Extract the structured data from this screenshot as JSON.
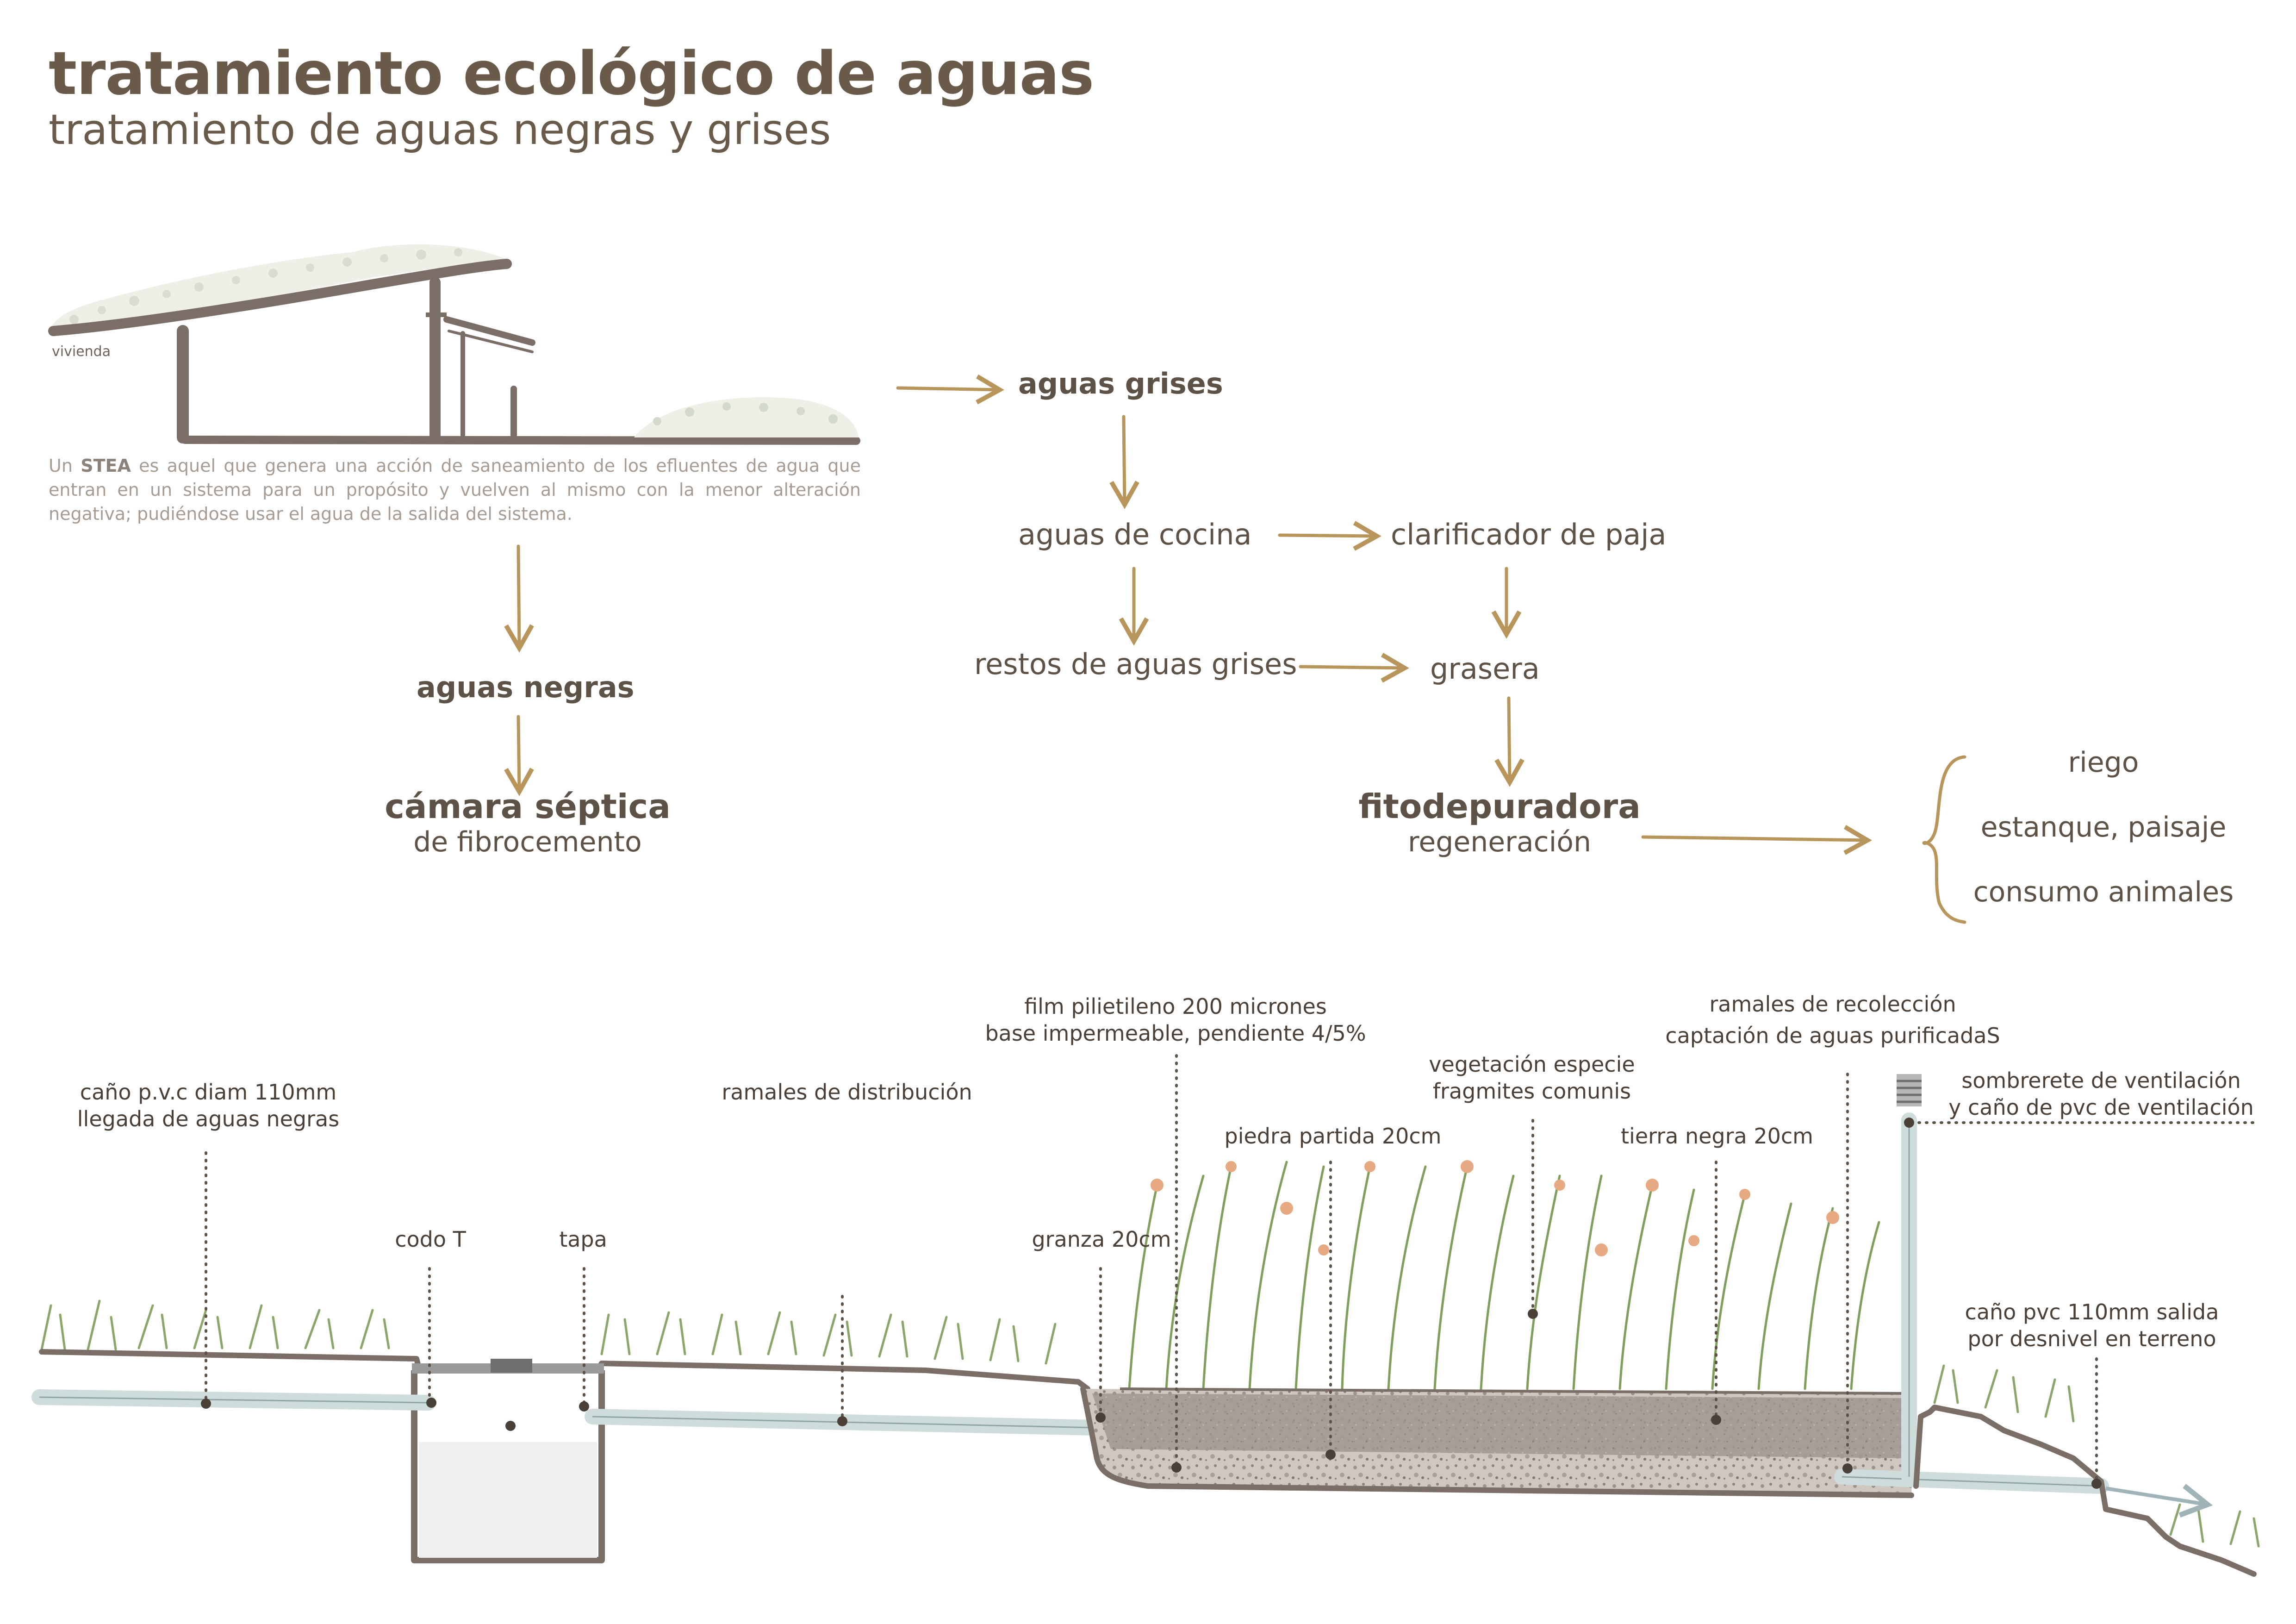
{
  "title": "tratamiento ecológico de aguas",
  "subtitle": "tratamiento de aguas negras y grises",
  "house": {
    "label": "vivienda"
  },
  "description": {
    "prefix": "Un ",
    "term": "STEA",
    "text": " es aquel que genera una acción de saneamiento de los efluentes de agua que entran en un sistema para un propósito y vuelven al mismo con la menor alteración negativa; pudiéndose usar el agua de la salida del sistema."
  },
  "flow": {
    "aguas_grises": "aguas grises",
    "aguas_cocina": "aguas de cocina",
    "clarificador": "clarificador de paja",
    "restos": "restos de aguas grises",
    "grasera": "grasera",
    "aguas_negras": "aguas negras",
    "camara": "cámara séptica",
    "camara_sub": "de fibrocemento",
    "fito": "fitodepuradora",
    "fito_sub": "regeneración",
    "outputs": [
      "riego",
      "estanque, paisaje",
      "consumo animales"
    ]
  },
  "section_labels": {
    "cano_pvc": [
      "caño p.v.c diam 110mm",
      "llegada de aguas negras"
    ],
    "codo": "codo T",
    "tapa": "tapa",
    "ramales_dist": "ramales de distribución",
    "film": [
      "film pilietileno 200 micrones",
      "base impermeable, pendiente 4/5%"
    ],
    "granza": "granza 20cm",
    "piedra": "piedra partida 20cm",
    "vegetacion": [
      "vegetación especie",
      "fragmites comunis"
    ],
    "tierra": "tierra negra 20cm",
    "ramales_rec": [
      "ramales de recolección",
      "captación de aguas purificadaS"
    ],
    "sombrerete": [
      "sombrerete de ventilación",
      "y caño de pvc de ventilación"
    ],
    "salida": [
      "caño  pvc 110mm salida",
      "por desnivel en terreno"
    ]
  },
  "colors": {
    "text": "#5e5246",
    "title": "#6a5a4a",
    "arrow": "#b8955a",
    "ground": "#7a6e66",
    "pipe": "#cfdcdc",
    "grass": "#8aa66a",
    "gravel": "#b7aea6"
  }
}
